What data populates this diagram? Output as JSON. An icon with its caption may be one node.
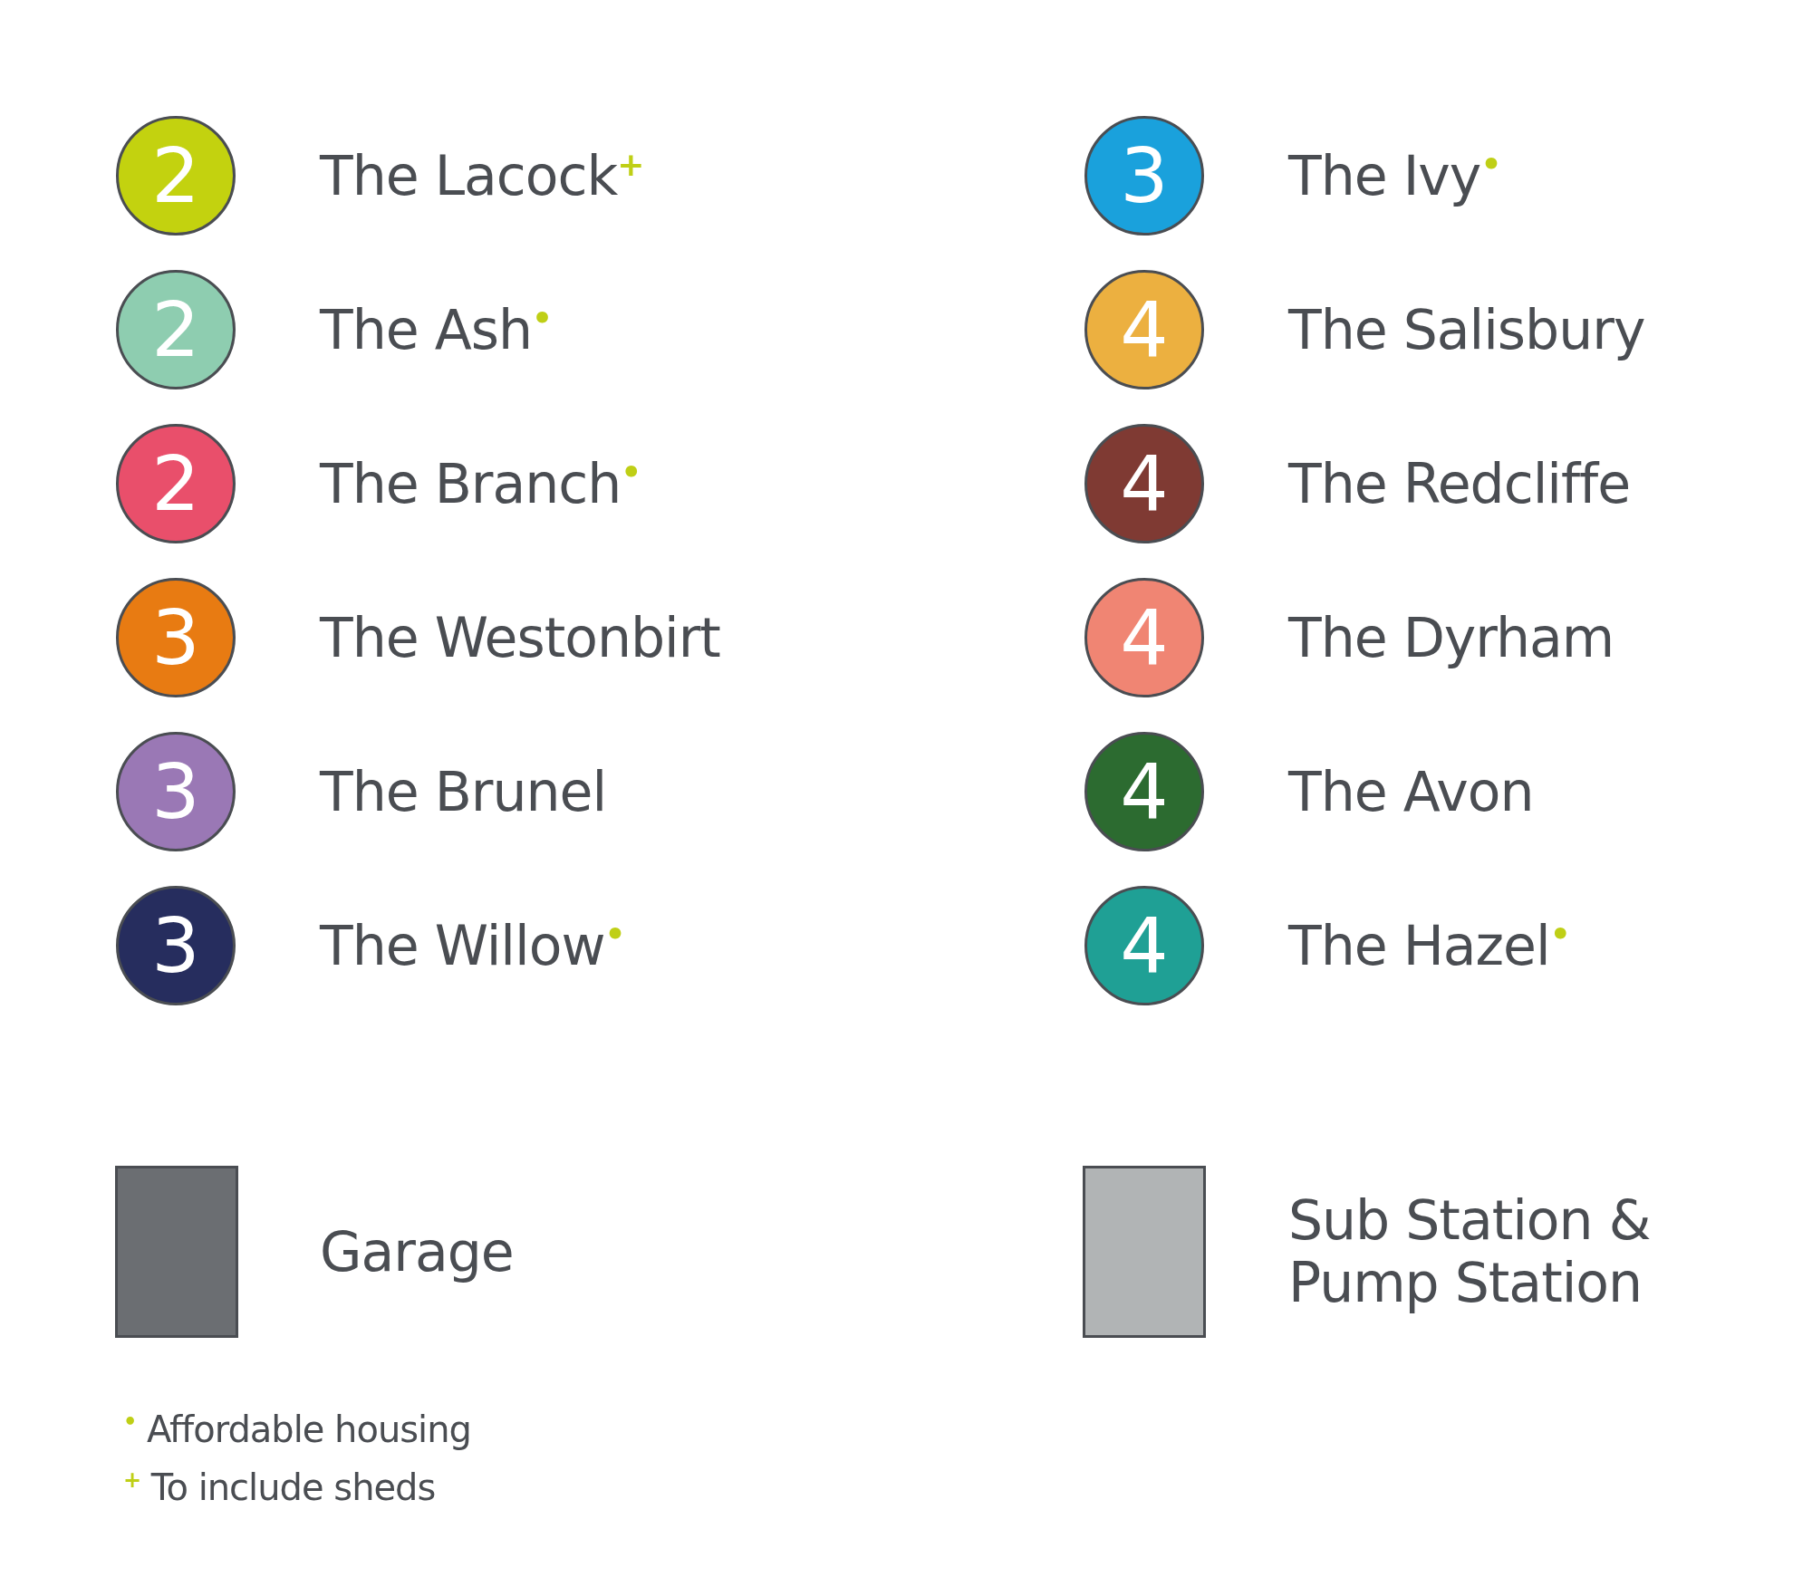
{
  "diagram": {
    "nodes": [
      {
        "text": [
          "2"
        ],
        "beside": [
          "The Lacock$^{+}$"
        ]
      },
      {
        "text": [
          "2"
        ],
        "beside": [
          "The Ash$^{•}$"
        ]
      },
      {
        "text": [
          "2"
        ],
        "beside": [
          "The Branch$^{•}$"
        ]
      },
      {
        "text": [
          "3"
        ],
        "beside": [
          "The Westonbirt"
        ]
      },
      {
        "text": [
          "3"
        ],
        "beside": [
          "The Brunel"
        ]
      },
      {
        "text": [
          "3"
        ],
        "beside": [
          "The Willow$^{•}$"
        ]
      },
      {
        "text": [
          "3"
        ],
        "beside": [
          "The Ivy$^{•}$"
        ]
      },
      {
        "text": [
          "4"
        ],
        "beside": [
          "The Salisbury"
        ]
      },
      {
        "text": [
          "4"
        ],
        "beside": [
          "The Redcliffe"
        ]
      },
      {
        "text": [
          "4"
        ],
        "beside": [
          "The Dyrham"
        ]
      },
      {
        "text": [
          "4"
        ],
        "beside": [
          "The Avon"
        ]
      },
      {
        "text": [
          "4"
        ],
        "beside": [
          "The Hazel$^{•}$"
        ]
      },
      {
        "text": [],
        "shape": "box",
        "beside": [
          "Garage"
        ]
      },
      {
        "text": [],
        "shape": "box",
        "beside": [
          "Sub Station & Pump Station"
        ]
      }
    ],
    "labels": [
      "$^{•}$ Affordable housing",
      "$^{+}$ To include sheds"
    ]
  }
}
